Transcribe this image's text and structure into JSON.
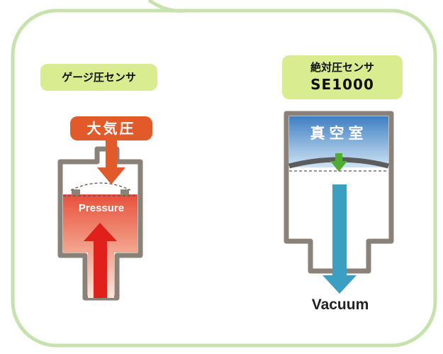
{
  "gauge_sensor": {
    "label": "ゲージ圧センサ",
    "atmosphere_label": "大気圧",
    "pressure_label": "Pressure"
  },
  "absolute_sensor": {
    "label_line1": "絶対圧センサ",
    "label_line2": "SE1000",
    "chamber_label": "真空室",
    "vacuum_label": "Vacuum"
  },
  "colors": {
    "frame": "#c6e2ad",
    "badge": "#d9ec8f",
    "atmosphere_box": "#e35a2a",
    "pressure_arrow": "#e0201a",
    "vacuum_arrow": "#3a9fc0",
    "chamber_arrow": "#4fae2f",
    "housing": "#8a8178"
  }
}
